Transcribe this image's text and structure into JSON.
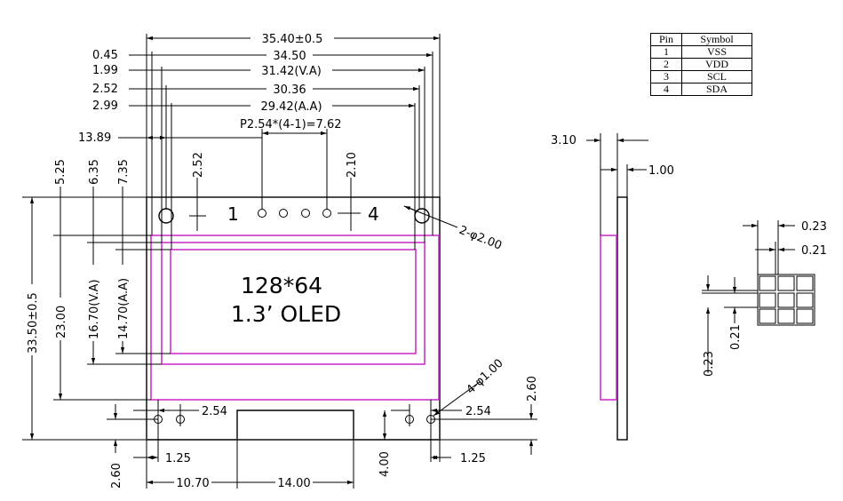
{
  "pin_table": {
    "headers": [
      "Pin",
      "Symbol"
    ],
    "rows": [
      [
        "1",
        "VSS"
      ],
      [
        "2",
        "VDD"
      ],
      [
        "3",
        "SCL"
      ],
      [
        "4",
        "SDA"
      ]
    ]
  },
  "display": {
    "resolution": "128*64",
    "name": "1.3’ OLED",
    "pin1": "1",
    "pin4": "4"
  },
  "dims": {
    "width_total": "35.40±0.5",
    "w_3450": "34.50",
    "w_va": "31.42(V.A)",
    "w_3036": "30.36",
    "w_aa": "29.42(A.A)",
    "off_045": "0.45",
    "off_199": "1.99",
    "off_252": "2.52",
    "off_299": "2.99",
    "off_1389": "13.89",
    "pitch": "P2.54*(4-1)=7.62",
    "v_525": "5.25",
    "v_635": "6.35",
    "v_735": "7.35",
    "v_252": "2.52",
    "v_210": "2.10",
    "holes_top": "2-φ2.00",
    "height_total": "33.50±0.5",
    "h_2300": "23.00",
    "h_va": "16.70(V.A)",
    "h_aa": "14.70(A.A)",
    "holes_bottom": "4-φ1.00",
    "b_254_left": "2.54",
    "b_254_right": "2.54",
    "b_260_right": "2.60",
    "b_260_left": "2.60",
    "b_125_left": "1.25",
    "b_125_right": "1.25",
    "b_1070": "10.70",
    "b_1400": "14.00",
    "b_400": "4.00",
    "side_310": "3.10",
    "side_100": "1.00",
    "pix_023_h": "0.23",
    "pix_021_h": "0.21",
    "pix_023_v": "0.23",
    "pix_021_v": "0.21"
  }
}
